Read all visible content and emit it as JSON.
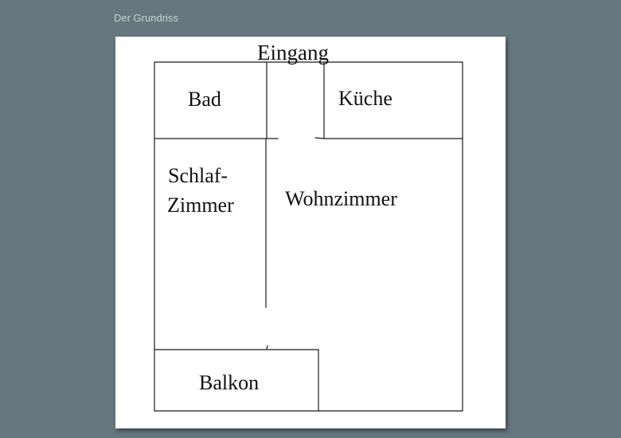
{
  "caption": "Der Grundriss",
  "plan": {
    "entrance": "Eingang",
    "rooms": {
      "bathroom": "Bad",
      "kitchen": "Küche",
      "bedroom_line1": "Schlaf-",
      "bedroom_line2": "Zimmer",
      "living_room": "Wohnzimmer",
      "balcony": "Balkon"
    }
  }
}
